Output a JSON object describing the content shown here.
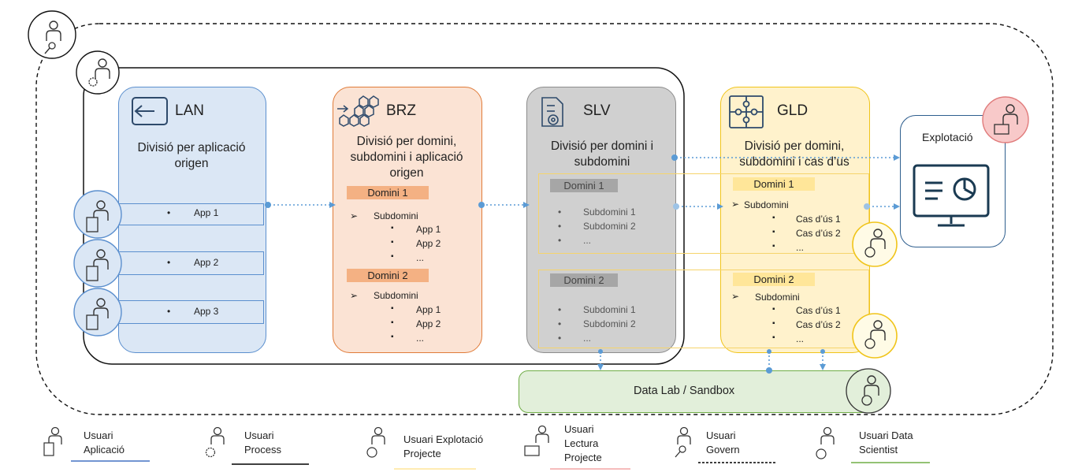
{
  "layers": {
    "lan": {
      "title": "LAN",
      "description": "Divisió per aplicació origen",
      "apps": [
        "App 1",
        "App 2",
        "App 3"
      ]
    },
    "brz": {
      "title": "BRZ",
      "description": "Divisió per domini, subdomini  i aplicació origen",
      "domains": [
        {
          "label": "Domini 1",
          "sub": "Subdomini",
          "items": [
            "App 1",
            "App 2",
            "..."
          ]
        },
        {
          "label": "Domini 2",
          "sub": "Subdomini",
          "items": [
            "App 1",
            "App 2",
            "..."
          ]
        }
      ]
    },
    "slv": {
      "title": "SLV",
      "description": "Divisió per domini i subdomini",
      "domains": [
        {
          "label": "Domini 1",
          "items": [
            "Subdomini 1",
            "Subdomini 2",
            "..."
          ]
        },
        {
          "label": "Domini 2",
          "items": [
            "Subdomini 1",
            "Subdomini 2",
            "..."
          ]
        }
      ]
    },
    "gld": {
      "title": "GLD",
      "description": "Divisió per domini, subdomini i cas d’us",
      "domains": [
        {
          "label": "Domini 1",
          "sub": "Subdomini",
          "items": [
            "Cas d’ús 1",
            "Cas d’ús 2",
            "..."
          ]
        },
        {
          "label": "Domini 2",
          "sub": "Subdomini",
          "items": [
            "Cas d’ús 1",
            "Cas d’ús 2",
            "..."
          ]
        }
      ]
    },
    "explotacio": {
      "title": "Explotació"
    },
    "sandbox": {
      "title": "Data Lab / Sandbox"
    }
  },
  "bullet": "•",
  "arrow_bullet": "➢",
  "square_bullet": "▪",
  "legend": [
    {
      "line1": "Usuari",
      "line2": "Aplicació",
      "icon": "document-user-icon",
      "color": "#4472c4",
      "style": "solid"
    },
    {
      "line1": "Usuari",
      "line2": "Process",
      "icon": "gear-user-icon",
      "color": "#000000",
      "style": "solid"
    },
    {
      "line1": "Usuari Explotació",
      "line2": "Projecte",
      "icon": "code-user-icon",
      "color": "#ffe699",
      "style": "solid"
    },
    {
      "line1": "Usuari",
      "line2": "Lectura",
      "line3": "Projecte",
      "icon": "monitor-user-icon",
      "color": "#f4a6a6",
      "style": "solid"
    },
    {
      "line1": "Usuari",
      "line2": "Govern",
      "icon": "magnifier-user-icon",
      "color": "#000000",
      "style": "dashed"
    },
    {
      "line1": "Usuari Data",
      "line2": "Scientist",
      "icon": "datascience-user-icon",
      "color": "#70ad47",
      "style": "solid"
    }
  ],
  "colors": {
    "lan_fill": "#dbe7f5",
    "lan_border": "#5b8fce",
    "brz_fill": "#fbe3d4",
    "brz_border": "#e07b39",
    "brz_tag": "#f4b183",
    "slv_fill": "#d0d0d0",
    "slv_border": "#8c8c8c",
    "slv_tag": "#a6a6a6",
    "gld_fill": "#fff2cc",
    "gld_border": "#f0c419",
    "gld_tag": "#ffe699",
    "sandbox_fill": "#e2efda",
    "sandbox_border": "#70ad47",
    "connector": "#5b9bd5",
    "explotacio_border": "#2e5e8e"
  }
}
